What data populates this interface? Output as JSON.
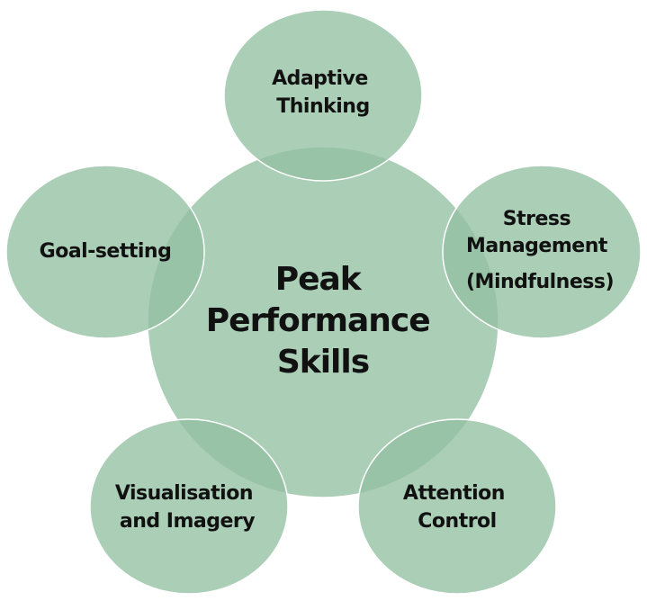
{
  "diagram": {
    "center": {
      "lines": [
        "Peak",
        "Performance",
        "Skills"
      ]
    },
    "satellites": [
      {
        "id": "adaptive-thinking",
        "lines": [
          "Adaptive",
          "Thinking"
        ]
      },
      {
        "id": "stress-management",
        "lines": [
          "Stress",
          "Management",
          "(Mindfulness)"
        ]
      },
      {
        "id": "attention-control",
        "lines": [
          "Attention",
          "Control"
        ]
      },
      {
        "id": "visualisation-imagery",
        "lines": [
          "Visualisation",
          "and Imagery"
        ]
      },
      {
        "id": "goal-setting",
        "lines": [
          "Goal-setting"
        ]
      }
    ],
    "colors": {
      "fill": "#94c0a3",
      "stroke": "#ffffff",
      "text": "#111111"
    }
  }
}
